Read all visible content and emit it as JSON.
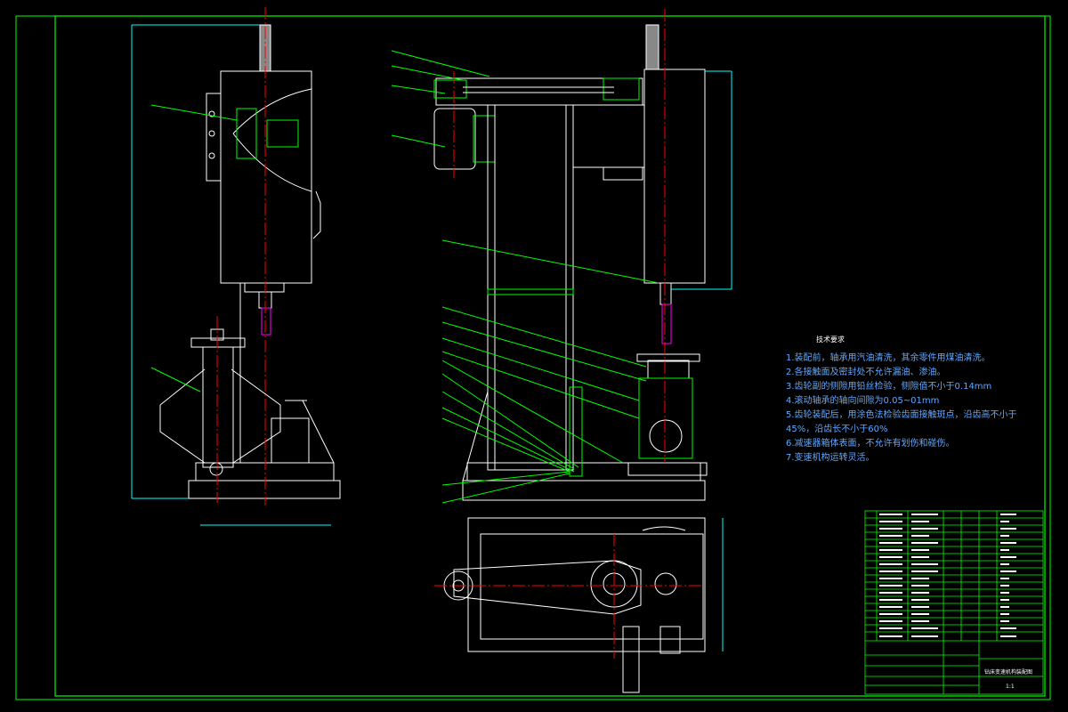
{
  "drawing": {
    "background": "#000000",
    "frame_color": "#00ff00",
    "line_color": "#ffffff",
    "center_line_color": "#ff0000",
    "hatch_color": "#00ff00",
    "dimension_color": "#00ffff",
    "leader_color": "#00ff00",
    "part_color": "#ff00ff"
  },
  "technical_requirements": {
    "title": "技术要求",
    "items": [
      "1.装配前，轴承用汽油清洗，其余零件用煤油清洗。",
      "2.各接触面及密封处不允许漏油、渗油。",
      "3.齿轮副的侧隙用铅丝检验，侧隙值不小于0.14mm",
      "4.滚动轴承的轴向间隙为0.05~01mm",
      "5.齿轮装配后，用涂色法检验齿面接触斑点，沿齿高不小于",
      "45%，沿齿长不小于60%",
      "6.减速器箱体表面，不允许有划伤和碰伤。",
      "7.变速机构运转灵活。"
    ]
  },
  "title_block": {
    "drawing_title": "钻床变速机构装配图",
    "sheet_info": "1:1"
  }
}
